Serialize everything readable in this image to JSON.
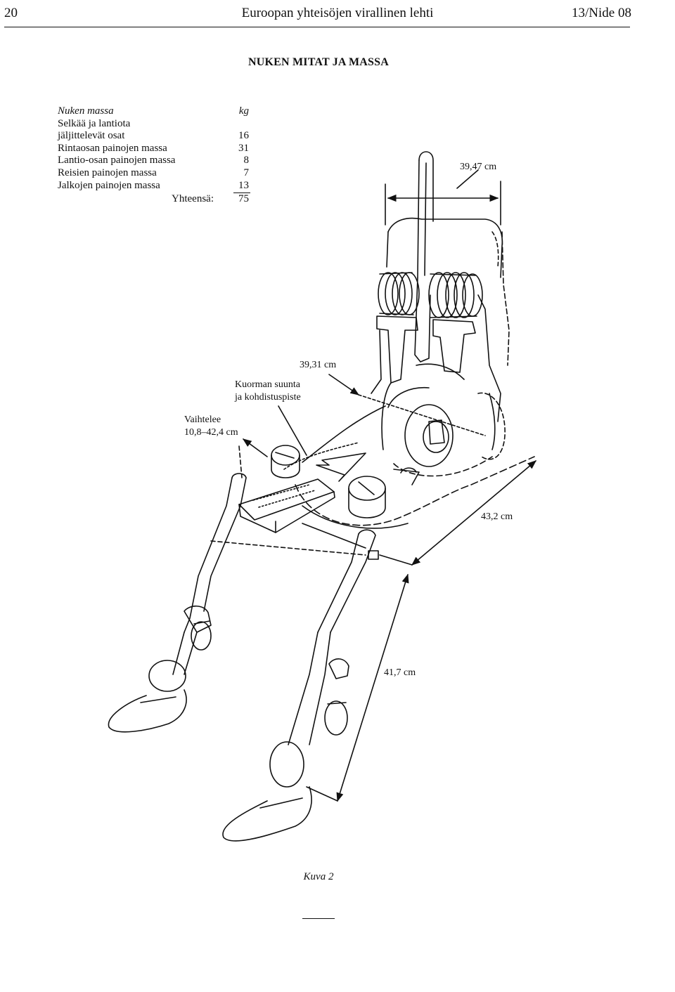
{
  "header": {
    "page_number": "20",
    "journal": "Euroopan yhteisöjen virallinen lehti",
    "volume": "13/Nide 08"
  },
  "title": "NUKEN MITAT JA MASSA",
  "mass_table": {
    "heading_label": "Nuken massa",
    "unit": "kg",
    "rows": [
      {
        "label": "Selkää ja lantiota",
        "value": ""
      },
      {
        "label": "jäljittelevät osat",
        "value": "16"
      },
      {
        "label": "Rintaosan painojen massa",
        "value": "31"
      },
      {
        "label": "Lantio-osan painojen massa",
        "value": "8"
      },
      {
        "label": "Reisien painojen massa",
        "value": "7"
      },
      {
        "label": "Jalkojen painojen massa",
        "value": "13"
      }
    ],
    "total_label": "Yhteensä:",
    "total_value": "75"
  },
  "annotations": {
    "width_top": "39,47 cm",
    "seat_depth": "39,31 cm",
    "load_direction_1": "Kuorman suunta",
    "load_direction_2": "ja kohdistuspiste",
    "varies_1": "Vaihtelee",
    "varies_2": "10,8–42,4 cm",
    "thigh_length": "43,2 cm",
    "lower_leg_length": "41,7 cm"
  },
  "caption": "Kuva 2"
}
